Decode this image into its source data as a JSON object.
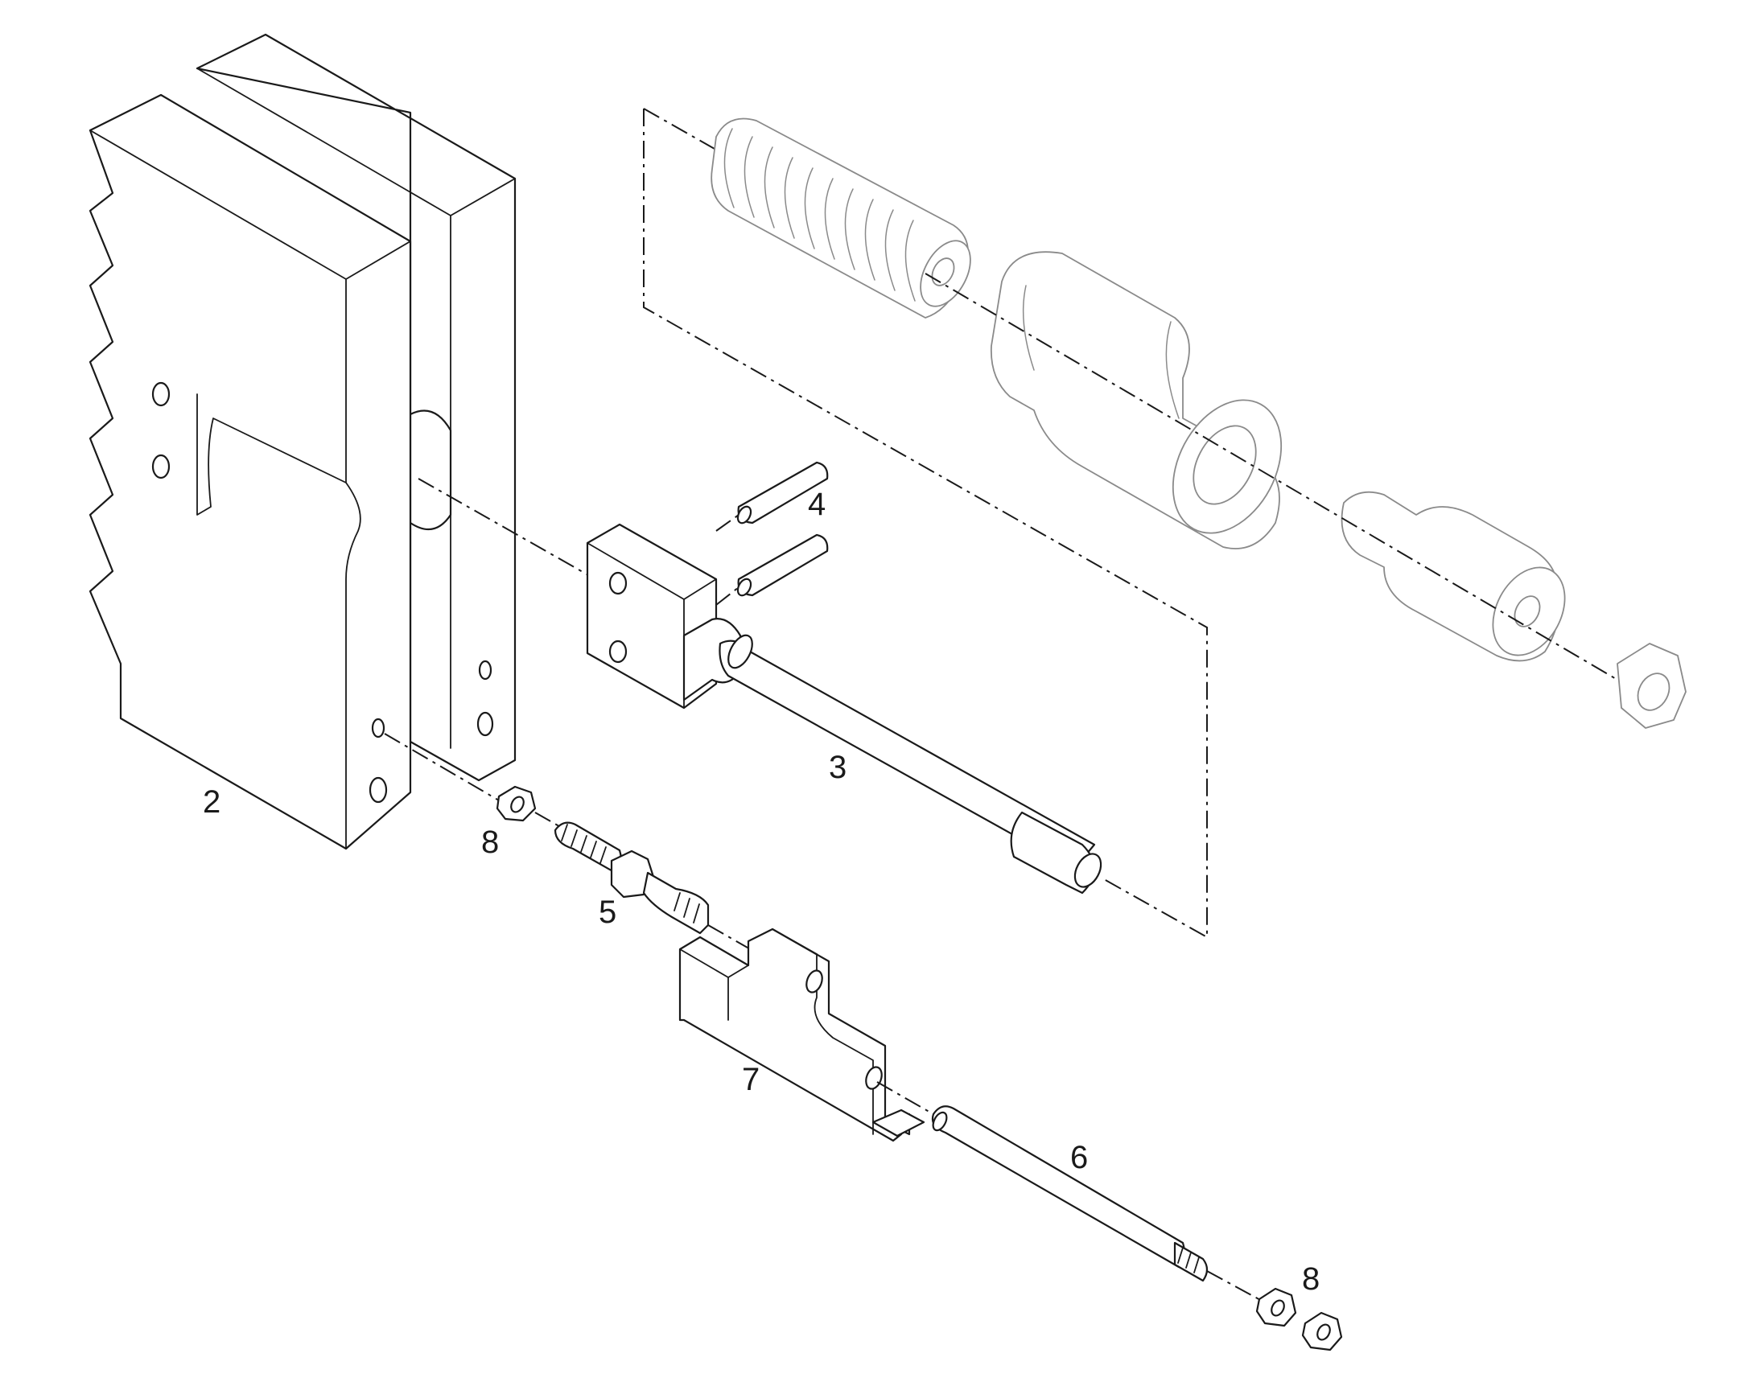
{
  "diagram": {
    "type": "exploded-parts-view",
    "line_color": "#1a1a1a",
    "ghost_part_color": "#8a8a8a",
    "background": "#ffffff"
  },
  "callouts": {
    "c2": "2",
    "c3": "3",
    "c4": "4",
    "c5": "5",
    "c6": "6",
    "c7": "7",
    "c8a": "8",
    "c8b": "8"
  }
}
